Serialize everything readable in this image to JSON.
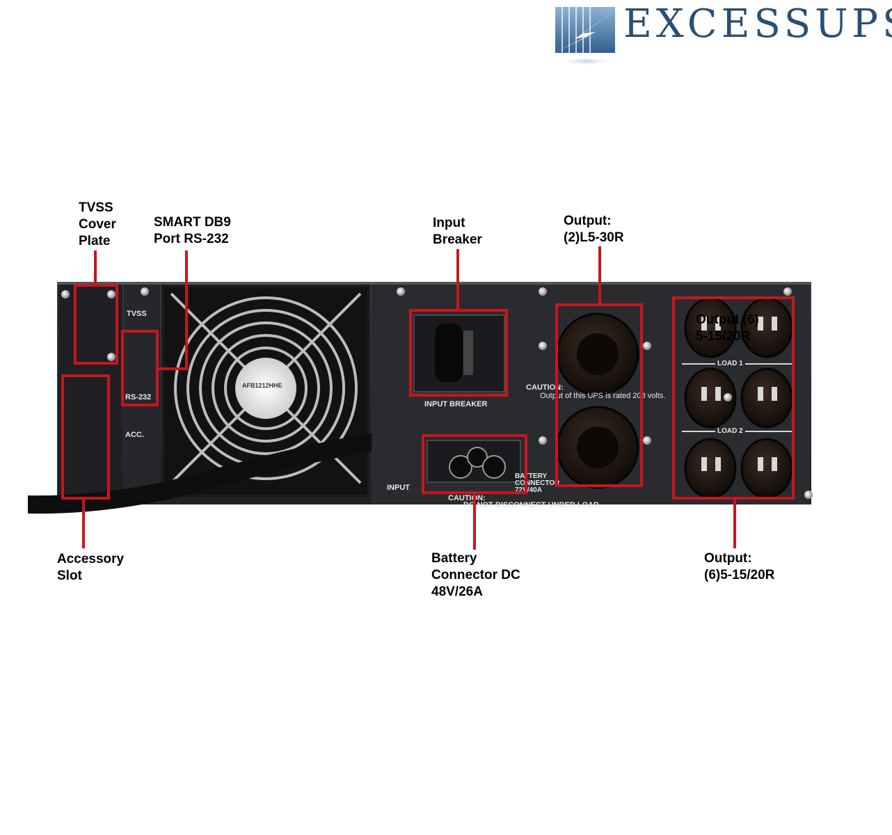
{
  "logo": {
    "text": "EXCESSUPS",
    "color": "#2a4f73"
  },
  "panel": {
    "tvss_label": "TVSS",
    "rs232_label": "RS-232",
    "acc_label": "ACC.",
    "input_breaker_label": "INPUT BREAKER",
    "input_label": "INPUT",
    "caution_heading": "CAUTION:",
    "caution_text": "Output of this UPS is rated 208 volts.",
    "load1_label": "LOAD 1",
    "load2_label": "LOAD 2",
    "battery_connector_label_1": "BATTERY",
    "battery_connector_label_2": "CONNECTOR",
    "battery_connector_label_3": "72V/40A",
    "battery_caution_heading": "CAUTION:",
    "battery_caution_text": "DO NOT DISCONNECT UNDER LOAD",
    "fan_label": "AFB1212HHE"
  },
  "callouts": {
    "tvss_cover_plate": [
      "TVSS",
      "Cover",
      "Plate"
    ],
    "smart_db9": [
      "SMART DB9",
      "Port RS-232"
    ],
    "input_breaker": [
      "Input",
      "Breaker"
    ],
    "output_l5_30r": [
      "Output:",
      "(2)L5-30R"
    ],
    "output_overlay": [
      "Output (6)",
      "5-15/20R"
    ],
    "accessory_slot": [
      "Accessory",
      "Slot"
    ],
    "battery_connector": [
      "Battery",
      "Connector DC",
      "48V/26A"
    ],
    "output_5_15_20r": [
      "Output:",
      "(6)5-15/20R"
    ]
  },
  "colors": {
    "highlight": "#c8161d",
    "chassis": "#2c2d31",
    "panel_dark": "#1b1c1f"
  }
}
